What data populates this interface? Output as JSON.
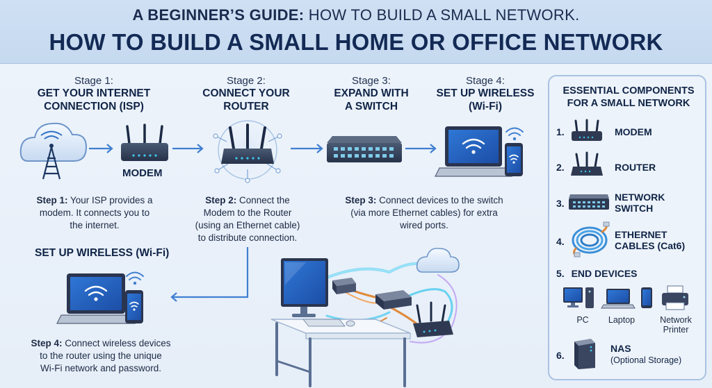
{
  "header": {
    "title_top_bold": "A BEGINNER’S GUIDE:",
    "title_top_rest": " HOW TO BUILD A SMALL NETWORK.",
    "title_main": "HOW TO BUILD A SMALL HOME OR OFFICE NETWORK"
  },
  "stages": [
    {
      "num": "Stage 1:",
      "line1": "GET YOUR INTERNET",
      "line2": "CONNECTION (ISP)"
    },
    {
      "num": "Stage 2:",
      "line1": "CONNECT YOUR",
      "line2": "ROUTER"
    },
    {
      "num": "Stage 3:",
      "line1": "EXPAND WITH",
      "line2": "A SWITCH"
    },
    {
      "num": "Stage 4:",
      "line1": "SET UP WIRELESS",
      "line2": "(Wi-Fi)"
    }
  ],
  "modem_label": "MODEM",
  "steps": [
    {
      "bold": "Step 1:",
      "l1": " Your ISP provides a",
      "l2": "modem. It connects you to",
      "l3": "the internet."
    },
    {
      "bold": "Step 2:",
      "l1": " Connect the",
      "l2": "Modem to the Router",
      "l3": "(using an Ethernet cable)",
      "l4": "to distribute connection."
    },
    {
      "bold": "Step 3:",
      "l1": " Connect devices to the switch",
      "l2": "(via more Ethernet cables) for extra",
      "l3": "wired ports."
    },
    {
      "bold": "Step 4:",
      "l1": " Connect wireless devices",
      "l2": "to the router using the unique",
      "l3": "Wi-Fi network and password."
    }
  ],
  "wireless_heading": "SET UP WIRELESS (Wi-Fi)",
  "sidebar": {
    "title_l1": "ESSENTIAL COMPONENTS",
    "title_l2": "FOR A SMALL NETWORK",
    "items": [
      {
        "num": "1.",
        "label": "MODEM",
        "icon": "modem-icon"
      },
      {
        "num": "2.",
        "label": "ROUTER",
        "icon": "router-icon"
      },
      {
        "num": "3.",
        "label_l1": "NETWORK",
        "label_l2": "SWITCH",
        "icon": "switch-icon"
      },
      {
        "num": "4.",
        "label_l1": "ETHERNET",
        "label_l2": "CABLES (Cat6)",
        "icon": "ethernet-cable-icon"
      },
      {
        "num": "5.",
        "label": "END DEVICES"
      },
      {
        "num": "6.",
        "label": "NAS",
        "sub": "(Optional Storage)",
        "icon": "nas-icon"
      }
    ],
    "end_devices": [
      {
        "label": "PC",
        "icon": "pc-icon"
      },
      {
        "label": "Laptop",
        "icon": "laptop-icon"
      },
      {
        "label_l1": "Network",
        "label_l2": "Printer",
        "icon": "printer-icon"
      }
    ]
  },
  "colors": {
    "accent_blue": "#3f7fd0",
    "dark_navy": "#132a55",
    "cable_orange": "#e0893a",
    "cable_cyan": "#3ec8ee"
  }
}
